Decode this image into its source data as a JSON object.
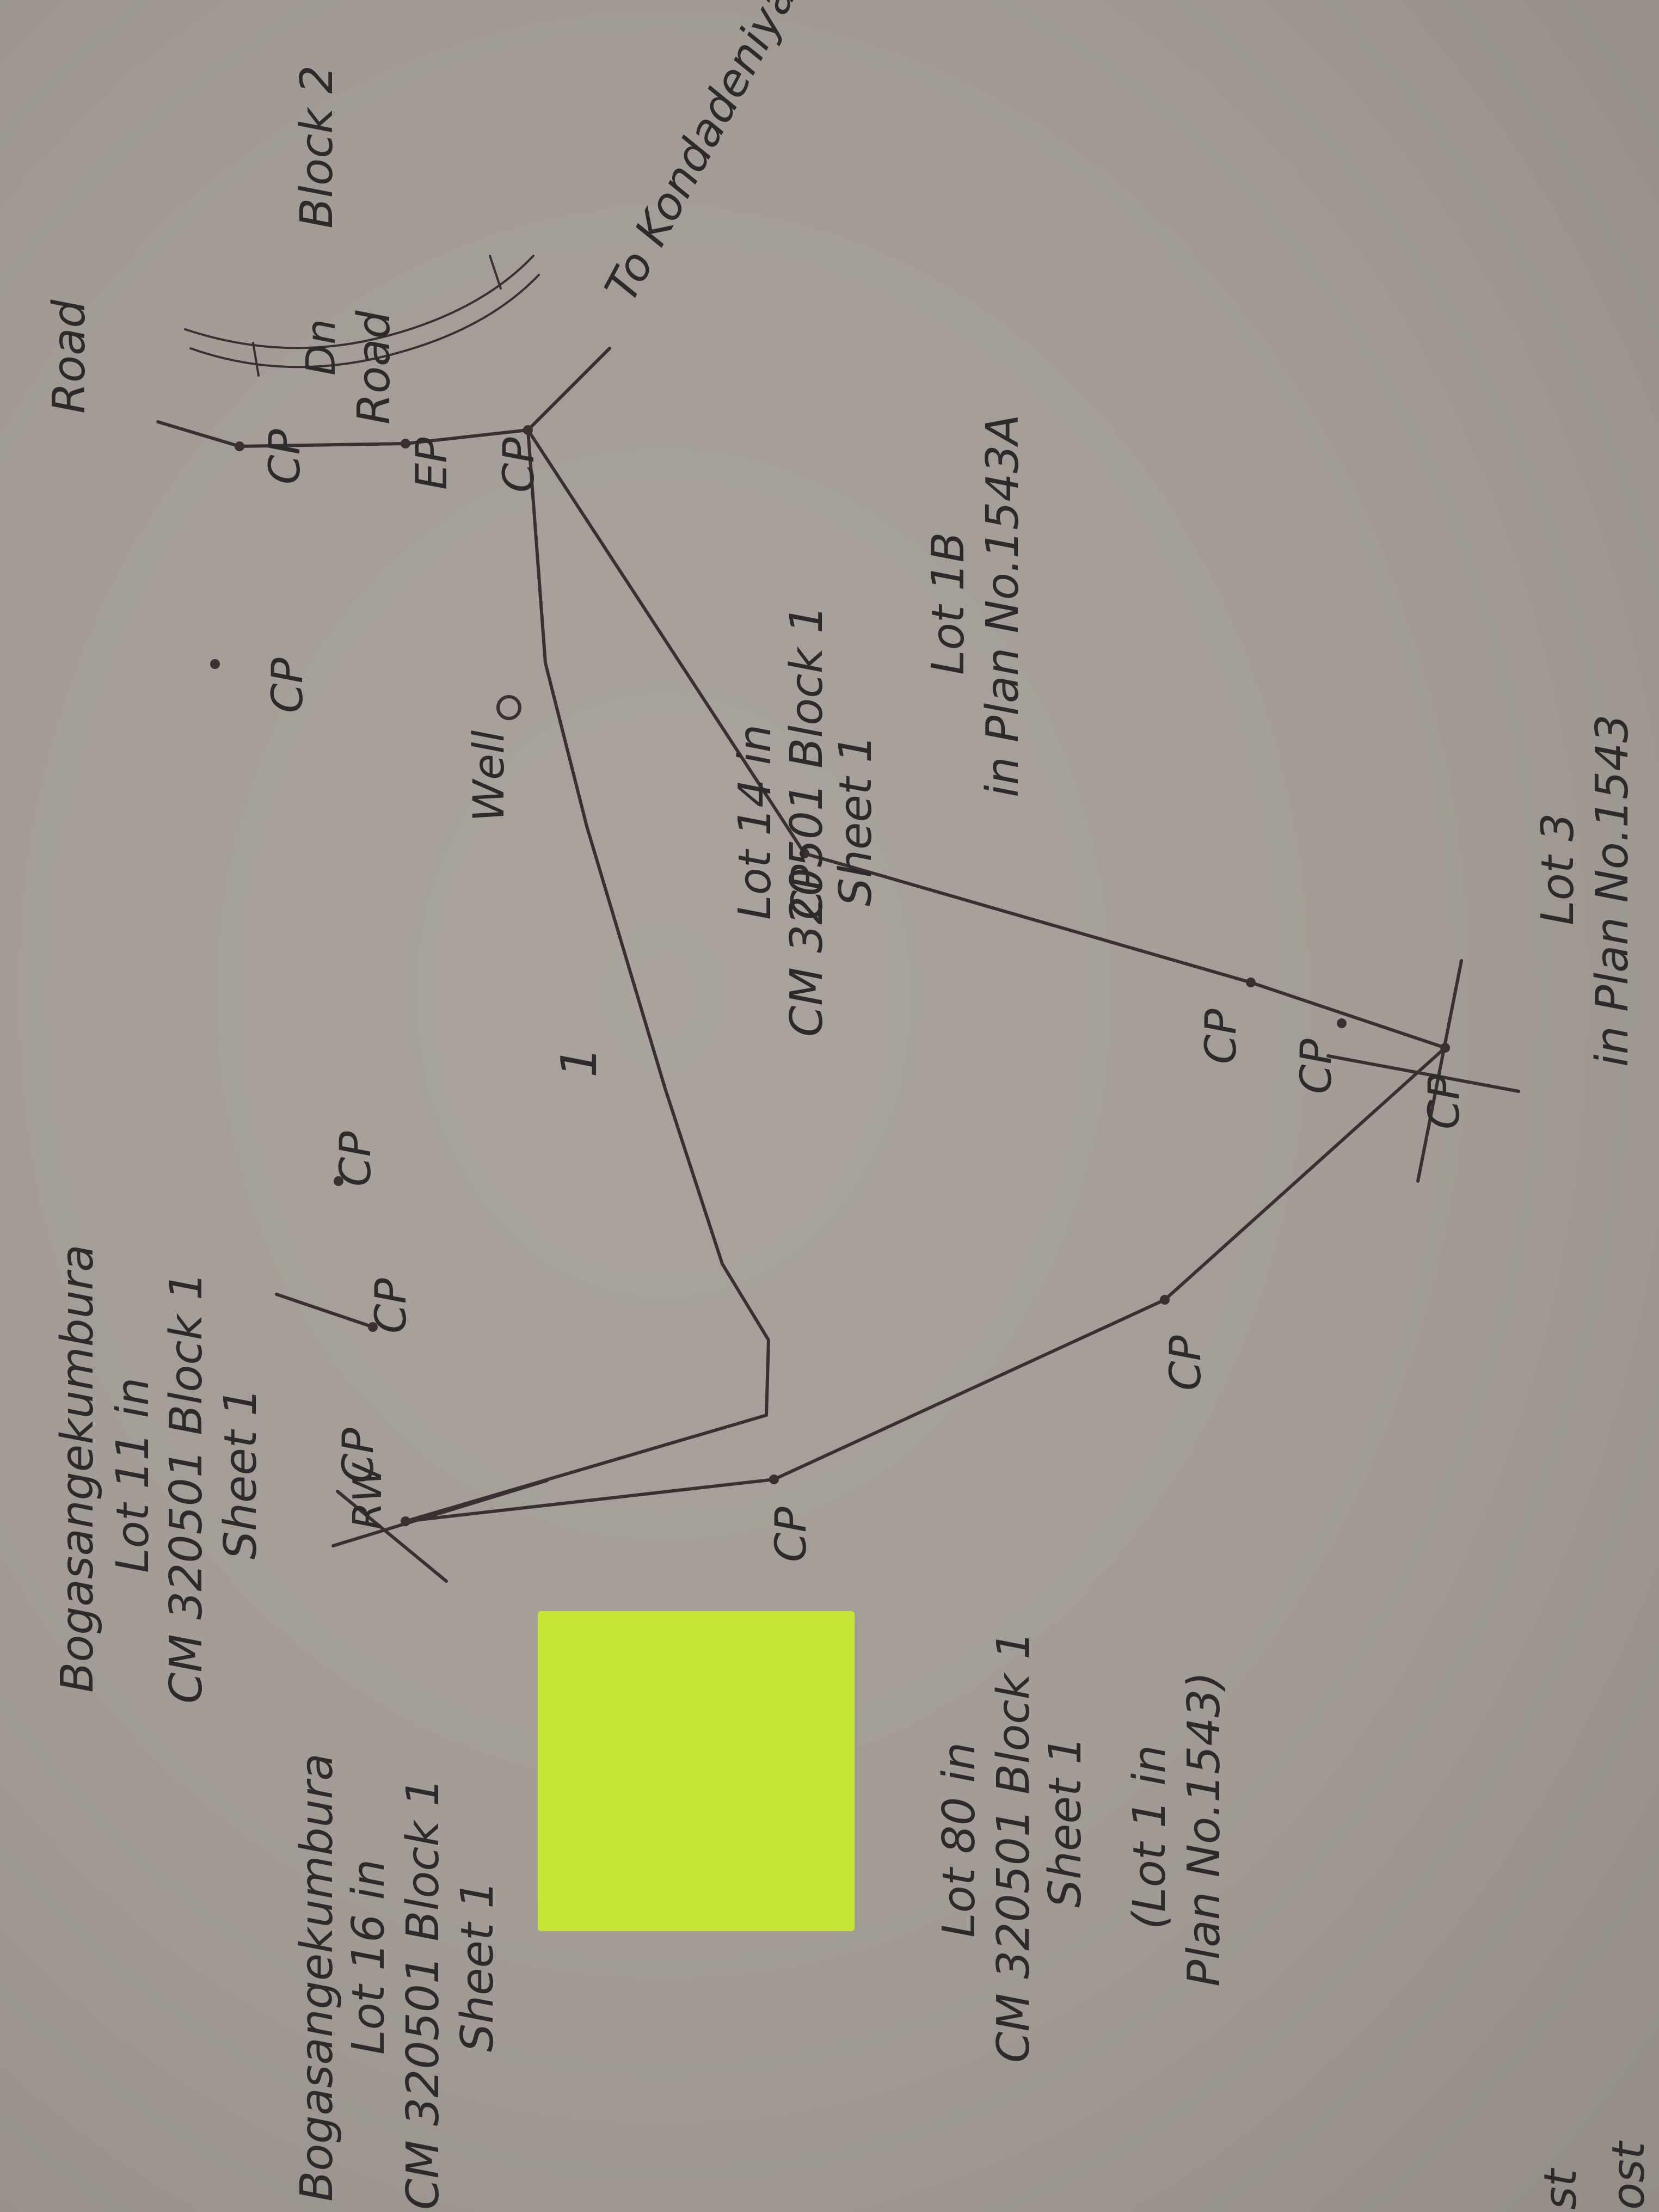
{
  "lot_number": "1",
  "points": {
    "cp": "CP",
    "ep": "EP",
    "rw": "RW"
  },
  "features": {
    "well": "Well",
    "road": "Road",
    "road_top": "Road",
    "dn": "Dn",
    "to_kondadeniya": "To Kondadeniya",
    "block2": "Block 2"
  },
  "neighbors": {
    "lot14": [
      "Lot  14  in",
      "CM  320501  Block  1",
      "Sheet  1"
    ],
    "lot11": [
      "Bogasangekumbura",
      "Lot  11  in",
      "CM  320501  Block  1",
      "Sheet  1"
    ],
    "lot16": [
      "Bogasangekumbura",
      "Lot  16  in",
      "CM  320501  Block  1",
      "Sheet  1"
    ],
    "lot80": [
      "Lot  80  in",
      "CM  320501  Block  1",
      "Sheet  1",
      "(Lot  1  in",
      "Plan  No.1543)"
    ],
    "lot1b": [
      "Lot  1B",
      "in  Plan  No.1543A"
    ],
    "lot3": [
      "Lot  3",
      "in  Plan  No.1543"
    ]
  },
  "edge_fragments": {
    "left_a": "st",
    "left_b": "ost"
  },
  "colors": {
    "paper": "#a59e98",
    "ink": "#2e2a2c",
    "sticker": "#c6e637"
  }
}
